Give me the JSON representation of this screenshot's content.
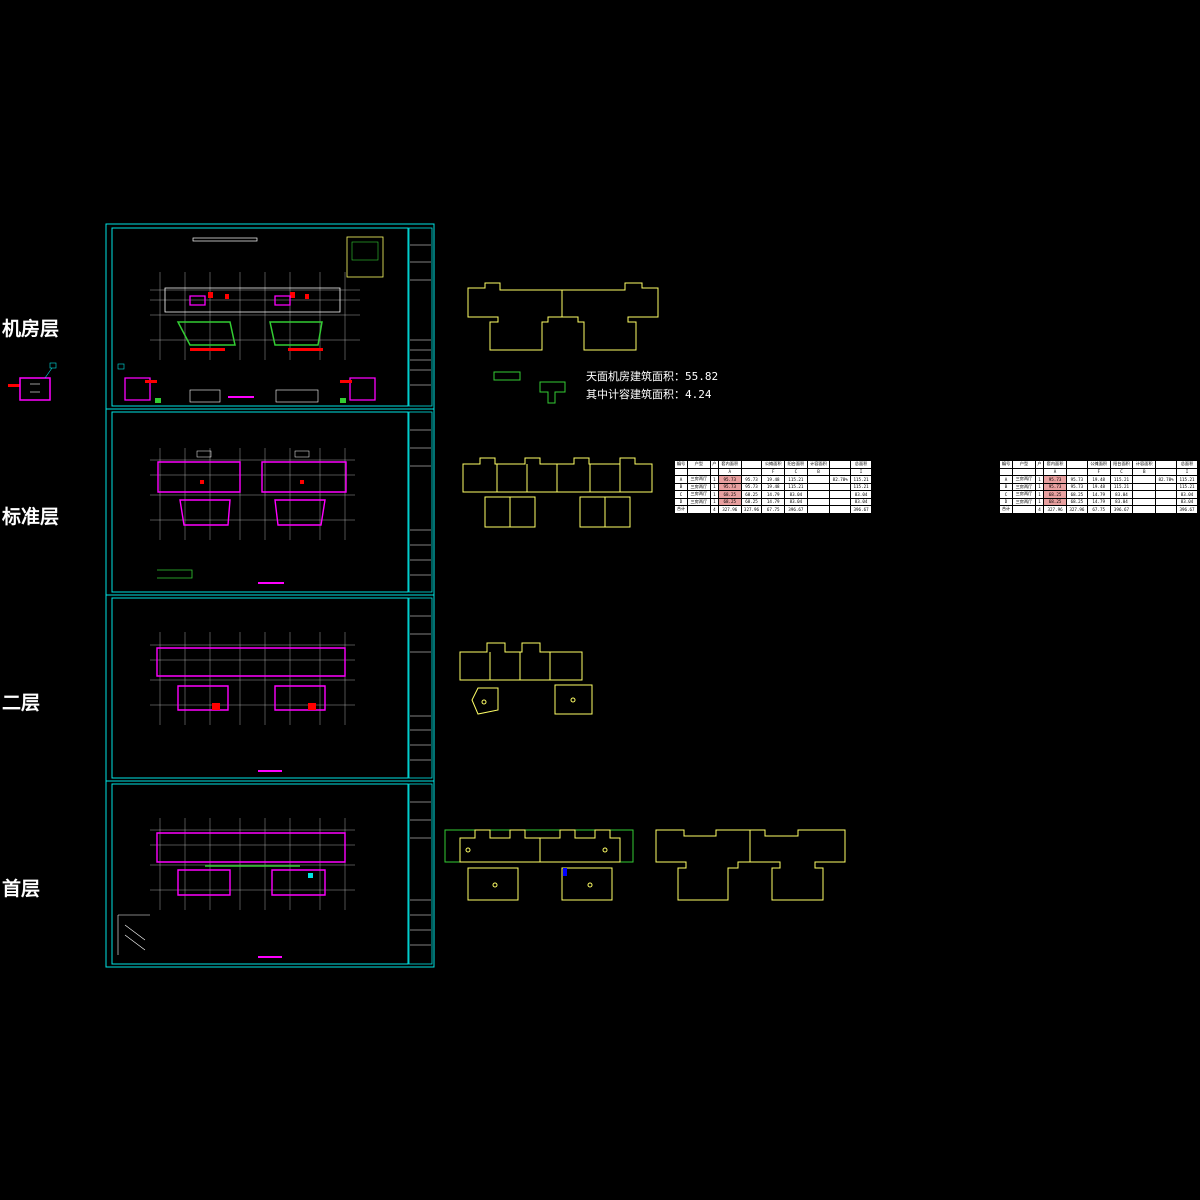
{
  "floors": [
    {
      "label": "机房层"
    },
    {
      "label": "标准层"
    },
    {
      "label": "二层"
    },
    {
      "label": "首层"
    }
  ],
  "notes": {
    "roof_area": "天面机房建筑面积：55.82",
    "roof_area_sub": "其中计容建筑面积：4.24"
  },
  "colors": {
    "frame": "#00e5e5",
    "outline_yellow": "#ffff66",
    "outline_green": "#33cc33",
    "wall_magenta": "#ff00ff",
    "accent_red": "#ff0000",
    "grid_white": "#ffffff"
  },
  "area_table": {
    "rows": [
      [
        "编号",
        "户型",
        "户",
        "套内面积",
        "",
        "公摊面积",
        "阳台面积",
        "计容面积",
        "",
        "总面积"
      ],
      [
        "",
        "",
        "",
        "A",
        "",
        "F",
        "C",
        "B",
        "",
        "I"
      ],
      [
        "A",
        "三房两厅",
        "1",
        "95.73",
        "95.73",
        "19.48",
        "115.21",
        "",
        "",
        "115.21"
      ],
      [
        "B",
        "三房两厅",
        "1",
        "95.73",
        "95.73",
        "19.48",
        "115.21",
        "",
        "",
        "115.21"
      ],
      [
        "C",
        "三房两厅",
        "1",
        "68.25",
        "68.25",
        "14.79",
        "83.04",
        "",
        "",
        "83.04"
      ],
      [
        "D",
        "三房两厅",
        "1",
        "68.25",
        "68.25",
        "14.79",
        "83.04",
        "",
        "",
        "83.04"
      ],
      [
        "合计",
        "",
        "4",
        "327.96",
        "327.96",
        "67.75",
        "396.67",
        "",
        "",
        "396.67"
      ]
    ],
    "ratio": "82.78%"
  }
}
